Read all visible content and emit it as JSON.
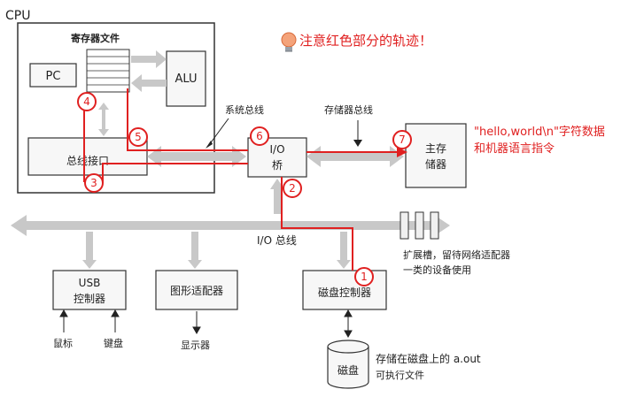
{
  "cpu": {
    "label": "CPU",
    "register_file": "寄存器文件",
    "pc": "PC",
    "alu": "ALU",
    "bus_interface": "总线接口"
  },
  "buses": {
    "system_bus": "系统总线",
    "memory_bus": "存储器总线",
    "io_bus": "I/O 总线"
  },
  "io_bridge": {
    "line1": "I/O",
    "line2": "桥"
  },
  "main_memory": {
    "line1": "主存",
    "line2": "储器"
  },
  "note": {
    "text": "注意红色部分的轨迹！",
    "icon": "lightbulb-icon"
  },
  "annotation": {
    "line1": "\"hello,world\\n\"字符数据",
    "line2": "和机器语言指令"
  },
  "devices": {
    "usb_line1": "USB",
    "usb_line2": "控制器",
    "graphics": "图形适配器",
    "disk_controller": "磁盘控制器",
    "mouse": "鼠标",
    "keyboard": "键盘",
    "display": "显示器",
    "disk": "磁盘",
    "expansion_line1": "扩展槽，留待网络适配器",
    "expansion_line2": "一类的设备使用",
    "disk_note_line1": "存储在磁盘上的 a.out",
    "disk_note_line2": "可执行文件"
  },
  "steps": [
    "1",
    "2",
    "3",
    "4",
    "5",
    "6",
    "7"
  ],
  "colors": {
    "path_red": "#e02020",
    "bus_gray": "#c8c8c8",
    "box_border": "#333333",
    "box_fill": "#f7f7f7"
  }
}
